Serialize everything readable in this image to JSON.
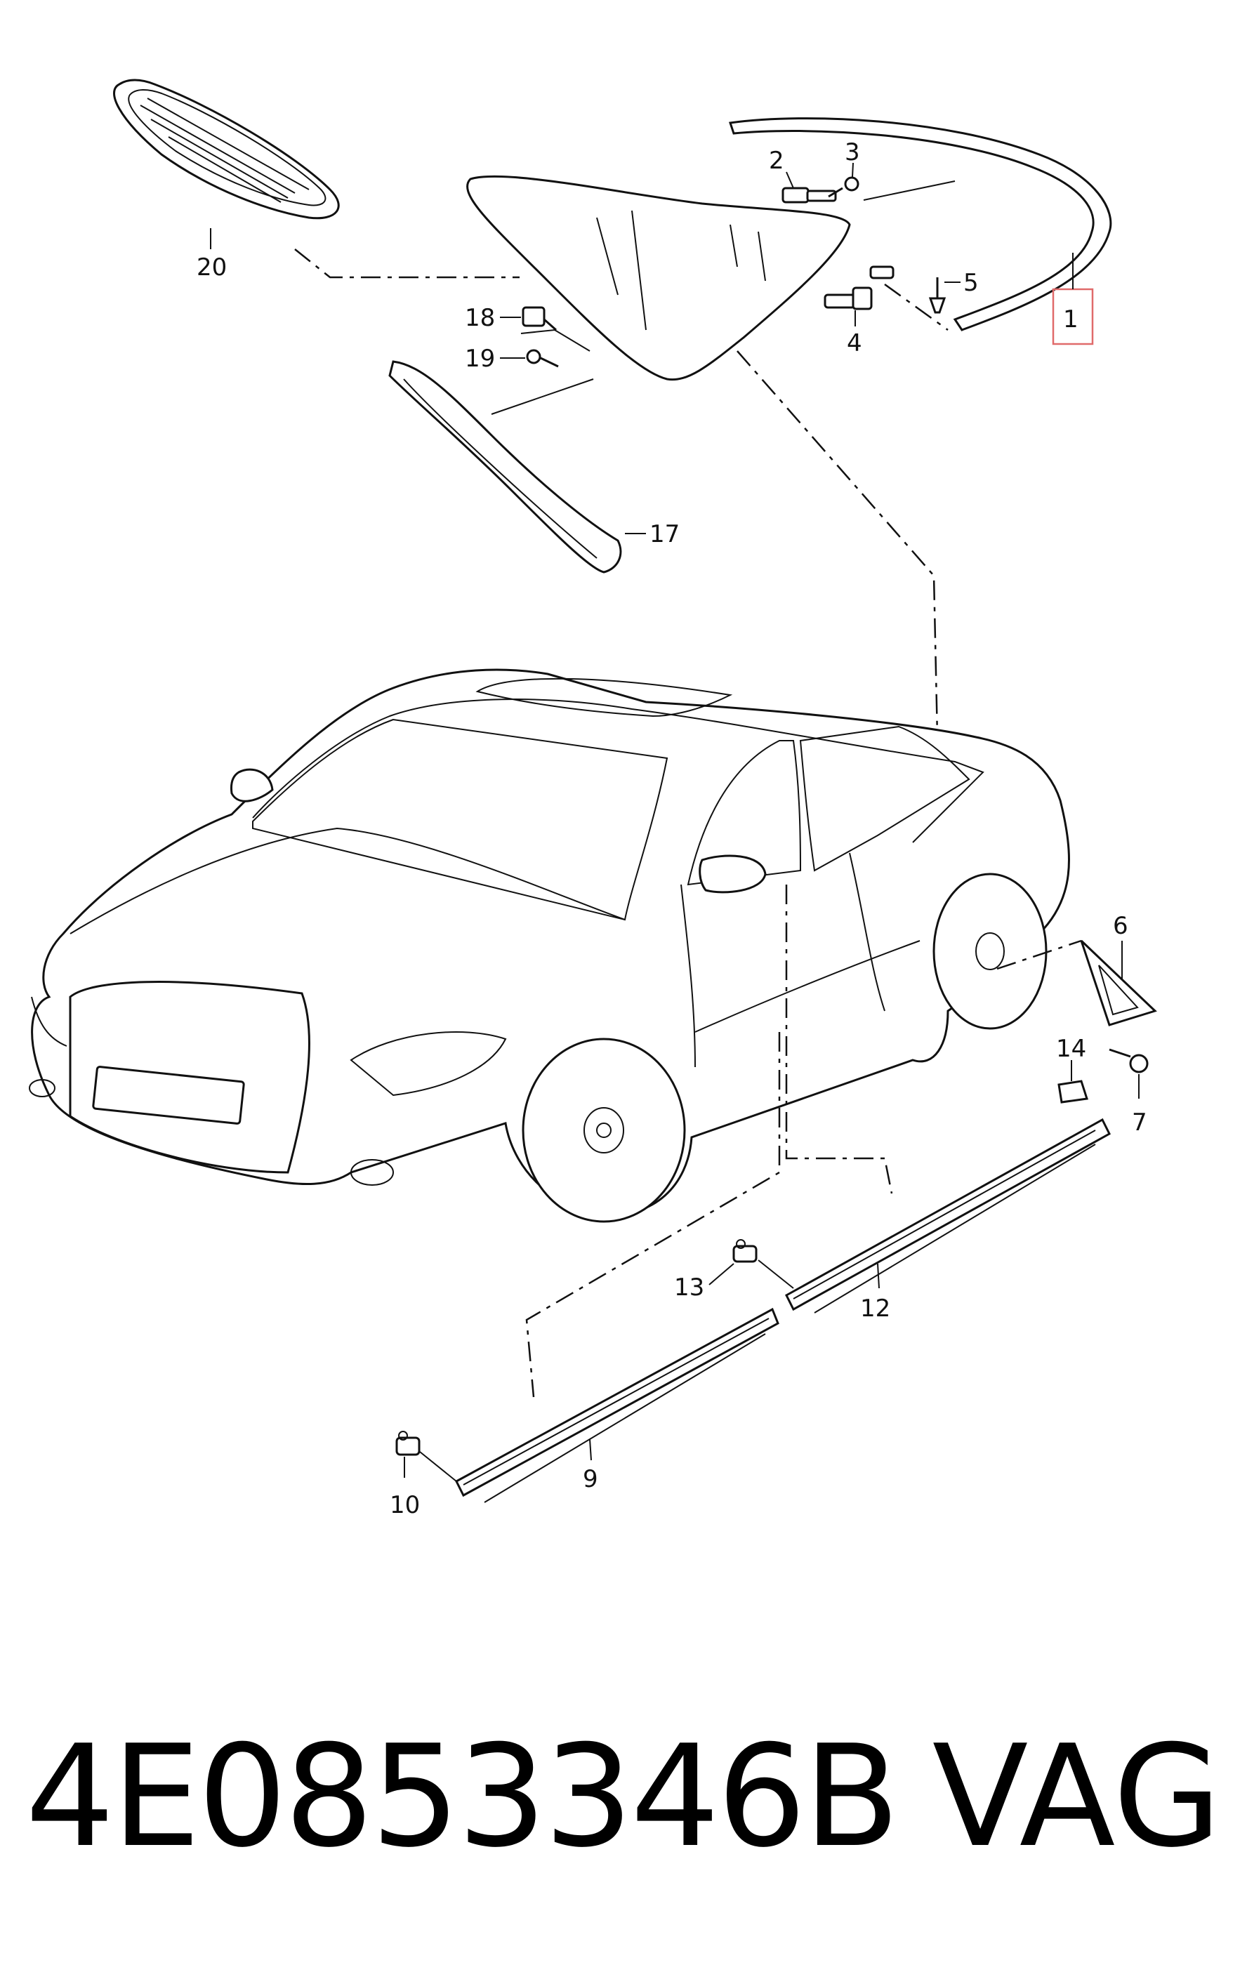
{
  "callouts": [
    "1",
    "2",
    "3",
    "4",
    "5",
    "6",
    "7",
    "9",
    "10",
    "12",
    "13",
    "14",
    "17",
    "18",
    "19",
    "20"
  ],
  "footer": {
    "part_number": "4E0853346B",
    "brand": "VAG"
  },
  "colors": {
    "highlight": "#e06a6a",
    "ink": "#111111"
  }
}
